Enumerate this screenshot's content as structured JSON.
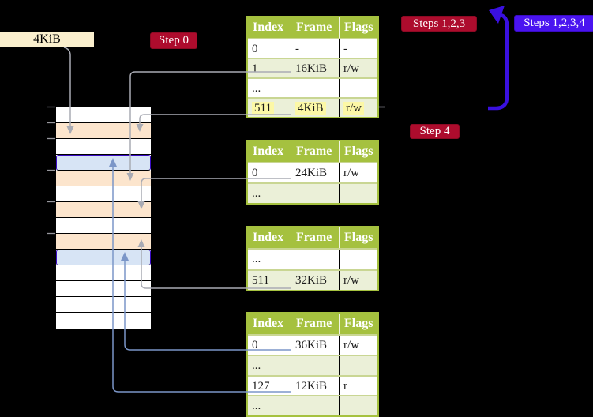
{
  "colors": {
    "header-green": "#a5c13f",
    "row-green": "#ebf0d8",
    "row-sep": "#c9d693",
    "highlight": "#fcf8a6",
    "label-cream": "#faefcd",
    "label-red": "#ad0c2d",
    "label-blue": "#4a14f0",
    "stack-peach": "#fce5cd",
    "stack-blue": "#d7e4f5",
    "line-gray": "#a9abb4",
    "line-blue": "#7b96c8",
    "arrow-big": "#3a10e0",
    "text-dark": "#1a1a1a"
  },
  "labels": {
    "frame_size": "4KiB",
    "step0": "Step 0",
    "steps123": "Steps 1,2,3",
    "steps1234": "Steps 1,2,3,4",
    "step4": "Step 4"
  },
  "tables": [
    {
      "headers": [
        "Index",
        "Frame",
        "Flags"
      ],
      "rows": [
        {
          "cells": [
            "0",
            "-",
            "-"
          ],
          "shade": "white",
          "highlight": false
        },
        {
          "cells": [
            "1",
            "16KiB",
            "r/w"
          ],
          "shade": "green",
          "highlight": false
        },
        {
          "cells": [
            "...",
            "",
            ""
          ],
          "shade": "white",
          "highlight": false
        },
        {
          "cells": [
            "511",
            "4KiB",
            "r/w"
          ],
          "shade": "green",
          "highlight": true
        }
      ]
    },
    {
      "headers": [
        "Index",
        "Frame",
        "Flags"
      ],
      "rows": [
        {
          "cells": [
            "0",
            "24KiB",
            "r/w"
          ],
          "shade": "white",
          "highlight": false
        },
        {
          "cells": [
            "...",
            "",
            ""
          ],
          "shade": "green",
          "highlight": false
        }
      ]
    },
    {
      "headers": [
        "Index",
        "Frame",
        "Flags"
      ],
      "rows": [
        {
          "cells": [
            "...",
            "",
            ""
          ],
          "shade": "white",
          "highlight": false
        },
        {
          "cells": [
            "511",
            "32KiB",
            "r/w"
          ],
          "shade": "green",
          "highlight": false
        }
      ]
    },
    {
      "headers": [
        "Index",
        "Frame",
        "Flags"
      ],
      "rows": [
        {
          "cells": [
            "0",
            "36KiB",
            "r/w"
          ],
          "shade": "white",
          "highlight": false
        },
        {
          "cells": [
            "...",
            "",
            ""
          ],
          "shade": "green",
          "highlight": false
        },
        {
          "cells": [
            "127",
            "12KiB",
            "r"
          ],
          "shade": "white",
          "highlight": false
        },
        {
          "cells": [
            "...",
            "",
            ""
          ],
          "shade": "green",
          "highlight": false
        }
      ]
    }
  ],
  "memory_stack": {
    "rows": [
      "white",
      "peach",
      "white",
      "blue",
      "peach",
      "white",
      "peach",
      "white",
      "peach",
      "blue",
      "white",
      "white",
      "white",
      "white"
    ]
  },
  "connectors": [
    {
      "from": "frame-size-label",
      "to": "stack-row-2",
      "color": "gray"
    },
    {
      "from": "table1-row-511",
      "to": "stack-row-2",
      "color": "gray"
    },
    {
      "from": "table1-row-1",
      "to": "stack-row-5",
      "color": "gray"
    },
    {
      "from": "table2-row-0",
      "to": "stack-row-7",
      "color": "gray"
    },
    {
      "from": "table3-row-511",
      "to": "stack-row-9",
      "color": "gray"
    },
    {
      "from": "table4-row-0",
      "to": "stack-row-10",
      "color": "blue"
    },
    {
      "from": "table4-row-127",
      "to": "stack-row-4",
      "color": "blue"
    },
    {
      "from": "table1-row-511-right",
      "to": "table1-top",
      "color": "big-blue"
    }
  ]
}
